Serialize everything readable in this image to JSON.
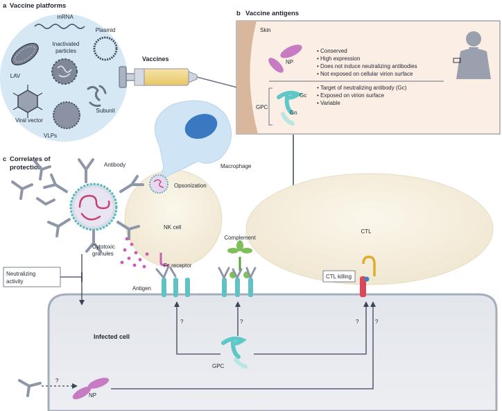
{
  "panel_a": {
    "letter": "a",
    "title": "Vaccine platforms",
    "items": {
      "mrna": "mRNA",
      "plasmid": "Plasmid",
      "inactivated_1": "Inactivated",
      "inactivated_2": "particles",
      "lav": "LAV",
      "viral_vector": "Viral vector",
      "subunit": "Subunit",
      "vlps": "VLPs"
    },
    "vaccines_label": "Vaccines"
  },
  "panel_b": {
    "letter": "b",
    "title": "Vaccine antigens",
    "skin": "Skin",
    "np": "NP",
    "gpc": "GPC",
    "gc": "Gc",
    "gn": "Gn",
    "np_points": [
      "Conserved",
      "High expression",
      "Does not induce neutralizing antibodies",
      "Not exposed on cellular virion surface"
    ],
    "gpc_points": [
      "Target of neutralizing antibody (Gc)",
      "Exposed on virion surface",
      "Variable"
    ]
  },
  "panel_c": {
    "letter": "c",
    "title_1": "Correlates of",
    "title_2": "protection",
    "antibody": "Antibody",
    "macrophage": "Macrophage",
    "opsonization": "Opsonization",
    "nk_cell": "NK cell",
    "complement": "Complement",
    "ctl": "CTL",
    "cytotoxic_1": "Cytotoxic",
    "cytotoxic_2": "granules",
    "fc_receptor": "Fc receptor",
    "neutralizing_1": "Neutralizing",
    "neutralizing_2": "activity",
    "antigen": "Antigen",
    "ctl_killing": "CTL killing",
    "infected_cell": "Infected cell",
    "gpc": "GPC",
    "np": "NP",
    "q": "?"
  }
}
